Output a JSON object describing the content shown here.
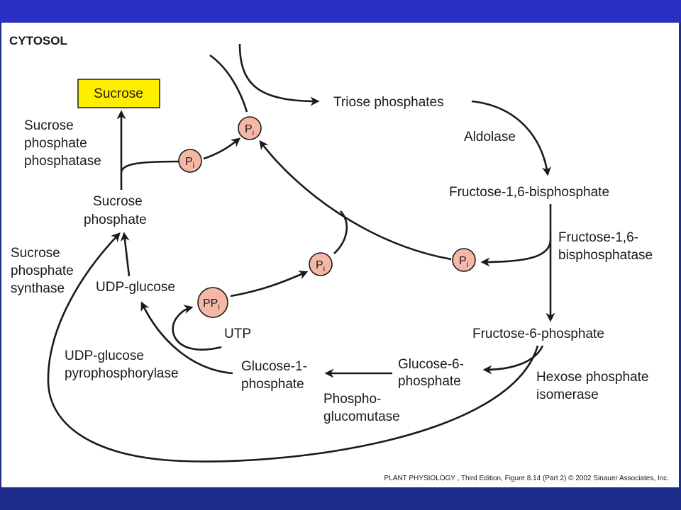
{
  "section_title": "CYTOSOL",
  "nodes": {
    "sucrose": "Sucrose",
    "sucrose_phosphate": [
      "Sucrose",
      "phosphate"
    ],
    "udp_glucose": "UDP-glucose",
    "utp": "UTP",
    "glucose_1_phosphate": [
      "Glucose-1-",
      "phosphate"
    ],
    "glucose_6_phosphate": [
      "Glucose-6-",
      "phosphate"
    ],
    "fructose_6_phosphate": "Fructose-6-phosphate",
    "fructose_16_bisphosphate": "Fructose-1,6-bisphosphate",
    "triose_phosphates": "Triose phosphates"
  },
  "enzymes": {
    "sucrose_phosphate_phosphatase": [
      "Sucrose",
      "phosphate",
      "phosphatase"
    ],
    "sucrose_phosphate_synthase": [
      "Sucrose",
      "phosphate",
      "synthase"
    ],
    "udp_glucose_pyrophosphorylase": [
      "UDP-glucose",
      "pyrophosphorylase"
    ],
    "phosphoglucomutase": [
      "Phospho-",
      "glucomutase"
    ],
    "hexose_phosphate_isomerase": [
      "Hexose phosphate",
      "isomerase"
    ],
    "fructose_16_bisphosphatase": [
      "Fructose-1,6-",
      "bisphosphatase"
    ],
    "aldolase": "Aldolase"
  },
  "metabolites": {
    "pi": "P",
    "pi_sub": "i",
    "ppi": "PP",
    "ppi_sub": "i"
  },
  "credit": "PLANT PHYSIOLOGY , Third Edition, Figure 8.14 (Part 2)  © 2002 Sinauer Associates, Inc.",
  "colors": {
    "slide_background": "#1f2d8f",
    "top_band": "#2a2fc3",
    "sucrose_box": "#ffee00",
    "metabolite_circle": "#f6b8a6"
  }
}
